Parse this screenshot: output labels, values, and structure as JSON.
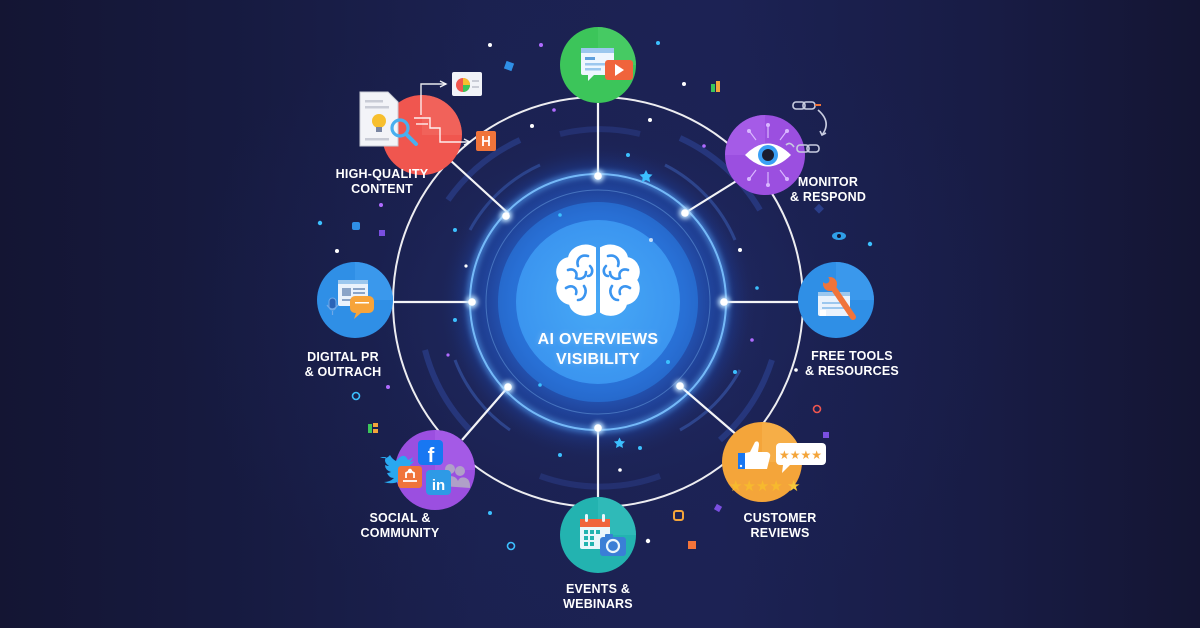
{
  "center": {
    "title_line1": "AI OVERVIEWS",
    "title_line2": "VISIBILITY",
    "icon": "brain-icon",
    "color": "#3aa0f5"
  },
  "nodes": [
    {
      "id": "video-content",
      "label_line1": "",
      "label_line2": "",
      "icon": "video-chat-icon",
      "color": "#3cc55a"
    },
    {
      "id": "high-quality-content",
      "label_line1": "HIGH-QUALITY",
      "label_line2": "CONTENT",
      "icon": "document-search-icon",
      "color": "#f0564f"
    },
    {
      "id": "monitor-respond",
      "label_line1": "MONITOR",
      "label_line2": "& RESPOND",
      "icon": "eye-icon",
      "color": "#9b4fe0"
    },
    {
      "id": "digital-pr",
      "label_line1": "DIGITAL PR",
      "label_line2": "& OUTRACH",
      "icon": "press-chat-icon",
      "color": "#2f8fe6"
    },
    {
      "id": "free-tools",
      "label_line1": "FREE TOOLS",
      "label_line2": "& RESOURCES",
      "icon": "wrench-icon",
      "color": "#2f8fe6"
    },
    {
      "id": "social-community",
      "label_line1": "SOCIAL &",
      "label_line2": "COMMUNITY",
      "icon": "social-media-icon",
      "color": "#9b4fe0"
    },
    {
      "id": "customer-reviews",
      "label_line1": "CUSTOMER",
      "label_line2": "REVIEWS",
      "icon": "thumbs-up-stars-icon",
      "color": "#f4a53a"
    },
    {
      "id": "events-webinars",
      "label_line1": "EVENTS &",
      "label_line2": "WEBINARS",
      "icon": "calendar-camera-icon",
      "color": "#23b3b0"
    }
  ],
  "social_icons": {
    "facebook": "f",
    "linkedin": "in"
  },
  "colors": {
    "background": "#141533",
    "panel": "#1c2254",
    "ring": "#ffffff",
    "glow": "#3b8cff"
  }
}
